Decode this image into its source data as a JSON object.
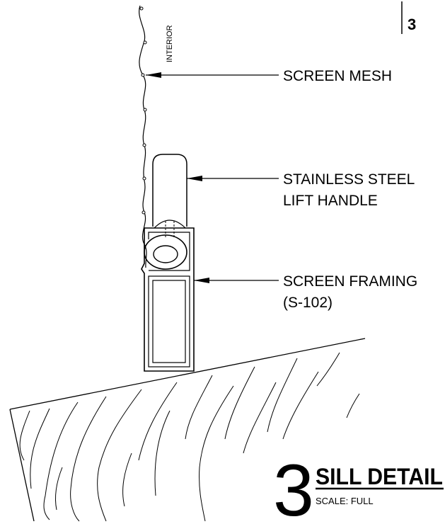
{
  "sheet": {
    "number": "3"
  },
  "labels": {
    "interior": "INTERIOR",
    "screen_mesh": "SCREEN MESH",
    "handle_line1": "STAINLESS STEEL",
    "handle_line2": "LIFT HANDLE",
    "framing_line1": "SCREEN FRAMING",
    "framing_line2": "(S-102)"
  },
  "title_block": {
    "detail_number": "3",
    "title": "SILL DETAIL",
    "scale": "SCALE:  FULL"
  }
}
